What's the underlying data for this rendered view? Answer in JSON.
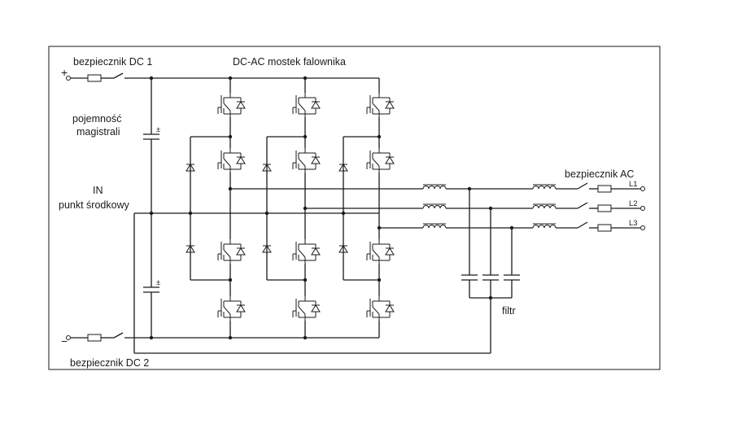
{
  "labels": {
    "fuse_dc1": "bezpiecznik DC 1",
    "fuse_dc2": "bezpiecznik DC  2",
    "bridge_title": "DC-AC mostek falownika",
    "bus_capacitance_line1": "pojemność",
    "bus_capacitance_line2": "magistrali",
    "neutral_line1": "IN",
    "neutral_line2": "punkt środkowy",
    "fuse_ac": "bezpiecznik AC",
    "filter": "filtr",
    "plus_sign": "+",
    "minus_sign": "−",
    "phases": [
      "L1",
      "L2",
      "L3"
    ],
    "cap_polarity": "±"
  }
}
